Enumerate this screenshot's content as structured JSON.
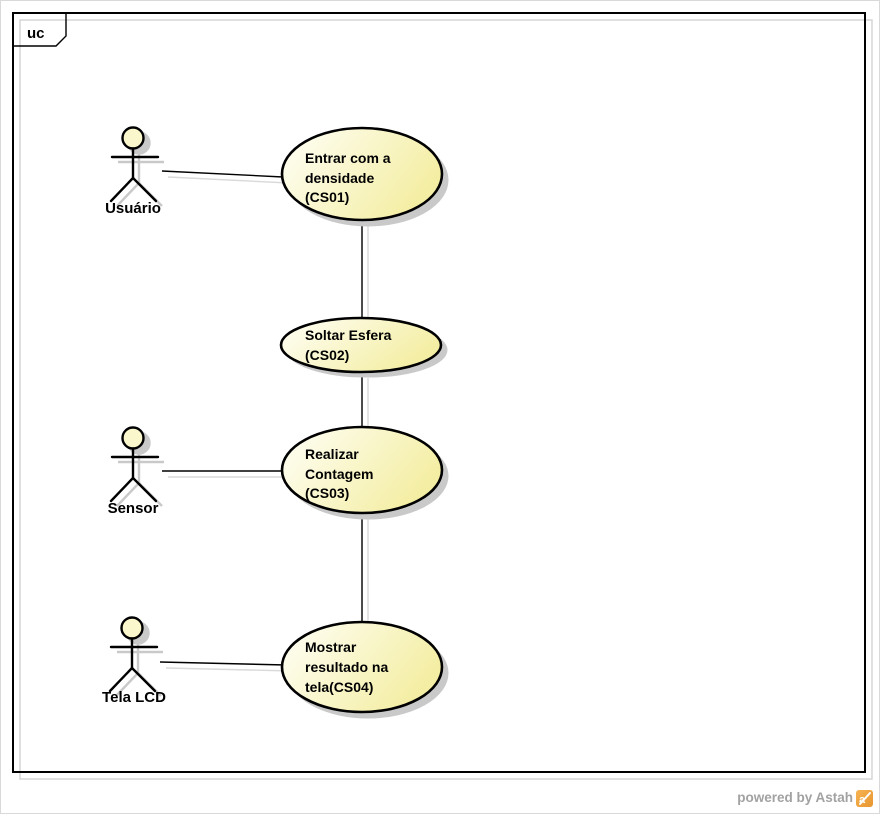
{
  "diagram": {
    "frame_tag": "uc"
  },
  "actors": [
    {
      "name": "Usuário"
    },
    {
      "name": "Sensor"
    },
    {
      "name": "Tela LCD"
    }
  ],
  "use_cases": [
    {
      "id": "CS01",
      "lines": [
        "Entrar com a",
        "densidade",
        "(CS01)"
      ]
    },
    {
      "id": "CS02",
      "lines": [
        "Soltar Esfera",
        "(CS02)"
      ]
    },
    {
      "id": "CS03",
      "lines": [
        "Realizar",
        "Contagem",
        "(CS03)"
      ]
    },
    {
      "id": "CS04",
      "lines": [
        "Mostrar",
        "resultado na",
        "tela(CS04)"
      ]
    }
  ],
  "relations": {
    "actor_links": [
      "Usuário–CS01",
      "Sensor–CS03",
      "Tela LCD–CS04"
    ],
    "usecase_links": [
      "CS01–CS02",
      "CS02–CS03",
      "CS03–CS04"
    ]
  },
  "footer": {
    "powered_by": "powered by Astah",
    "logo_icon": "astah-logo"
  },
  "colors": {
    "usecase_gradient_light": "#FFFFF8",
    "usecase_gradient_yellow": "#F4EEA4",
    "actor_head_fill": "#FBF7CC",
    "logo_orange_light": "#F6B352",
    "logo_orange_dark": "#E8962E"
  }
}
